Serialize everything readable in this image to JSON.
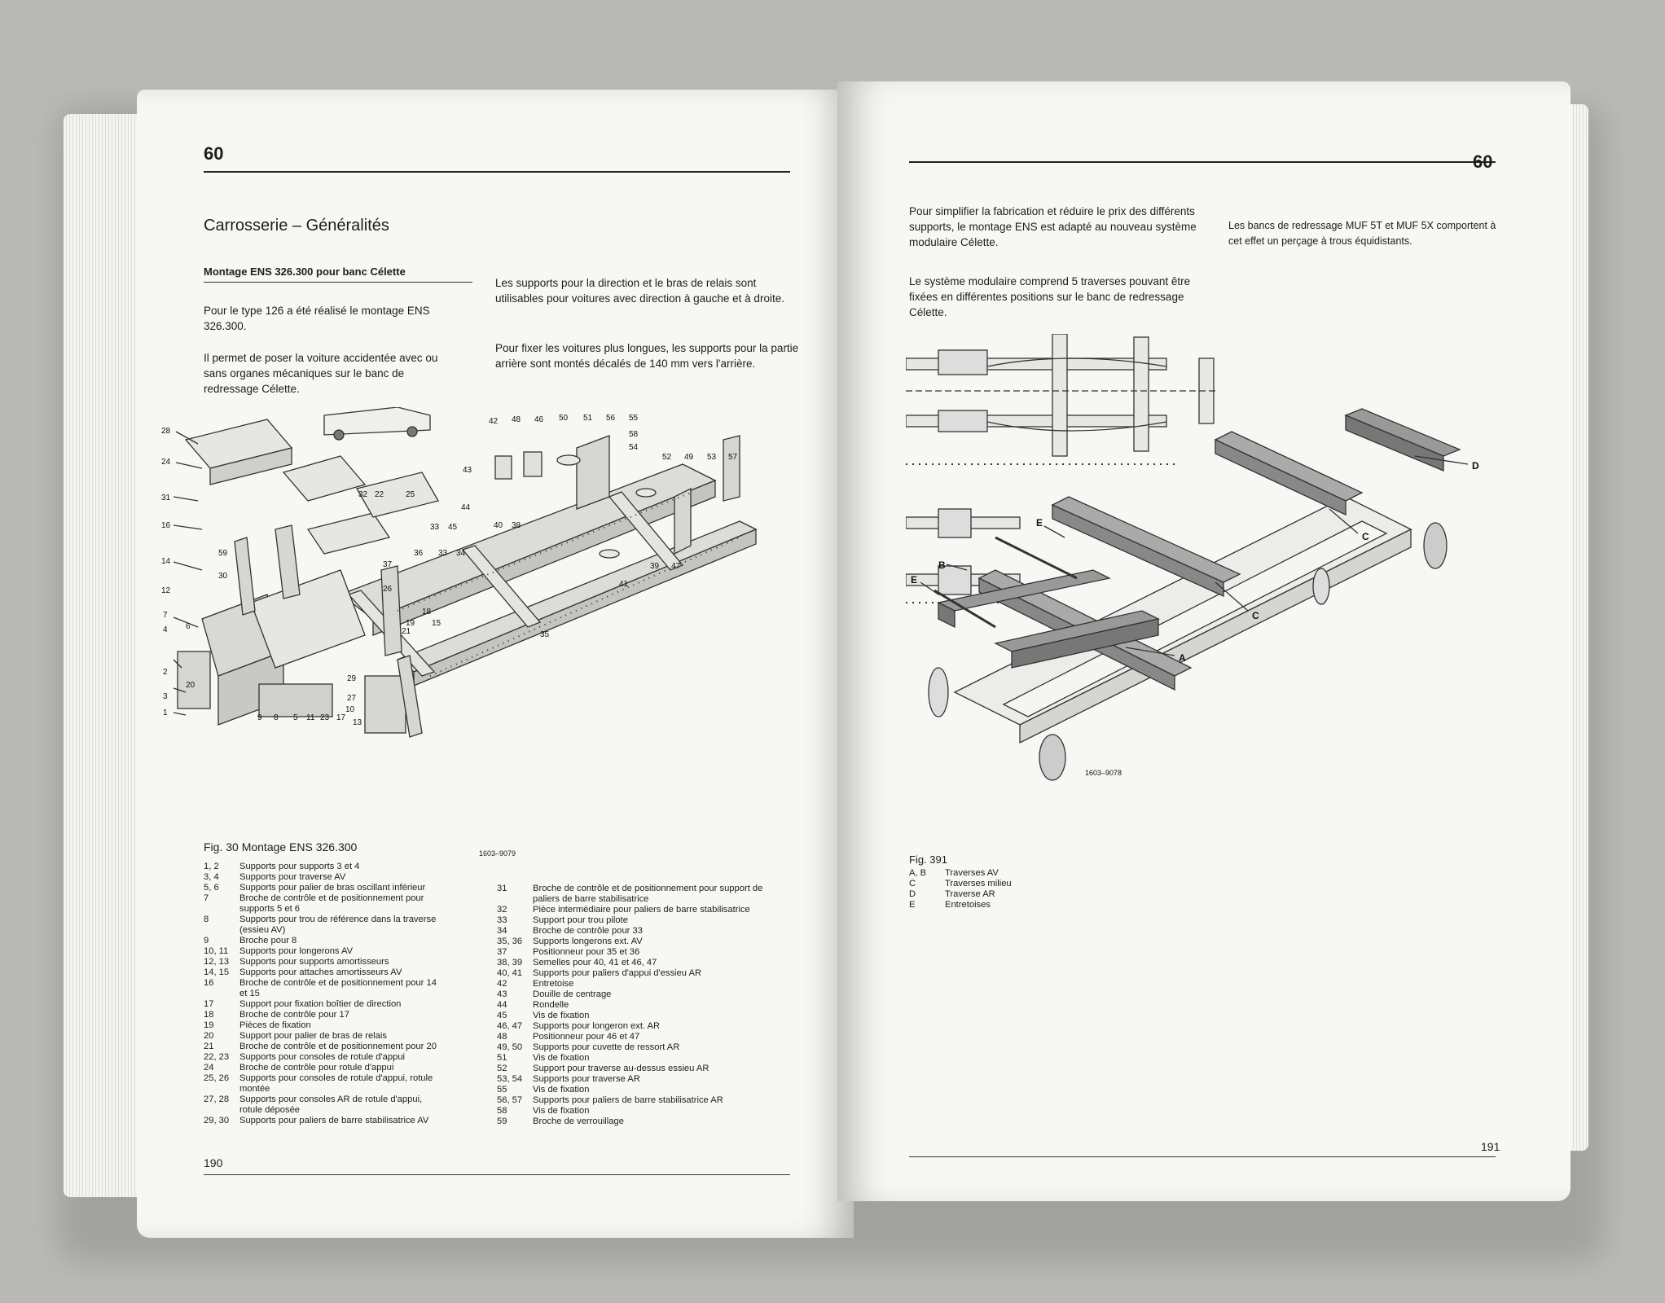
{
  "left_page": {
    "chapter": "60",
    "title": "Carrosserie – Généralités",
    "subtitle": "Montage ENS 326.300 pour banc Célette",
    "intro_paragraphs": [
      "Pour le type 126 a été réalisé le montage ENS 326.300.",
      "Il permet de poser la voiture accidentée avec ou sans organes mécaniques sur le banc de redressage Célette."
    ],
    "right_column_paragraphs": [
      "Les supports pour la direction et le bras de relais sont utilisables pour voitures avec direction à gauche et à droite.",
      "Pour fixer les voitures plus longues, les supports pour la partie arrière sont montés décalés de 140 mm vers l'arrière."
    ],
    "figure_caption": "Fig. 30    Montage ENS 326.300",
    "figure_ref": "1603–9079",
    "diagram_labels": [
      "42",
      "48",
      "46",
      "50",
      "51",
      "56",
      "55",
      "58",
      "54",
      "53",
      "52",
      "49",
      "57",
      "28",
      "24",
      "32",
      "22",
      "25",
      "43",
      "44",
      "40",
      "38",
      "31",
      "16",
      "14",
      "12",
      "59",
      "30",
      "33",
      "45",
      "36",
      "37",
      "33",
      "34",
      "26",
      "39",
      "47",
      "41",
      "35",
      "7",
      "4",
      "6",
      "18",
      "21",
      "19",
      "15",
      "2",
      "20",
      "3",
      "1",
      "9",
      "8",
      "5",
      "11",
      "23",
      "17",
      "13",
      "27",
      "29",
      "10"
    ],
    "legend_left": [
      {
        "num": "1, 2",
        "text": "Supports pour supports 3 et 4"
      },
      {
        "num": "3, 4",
        "text": "Supports pour traverse AV"
      },
      {
        "num": "5, 6",
        "text": "Supports pour palier de bras oscillant inférieur"
      },
      {
        "num": "7",
        "text": "Broche de contrôle et de positionnement pour supports 5 et 6"
      },
      {
        "num": "8",
        "text": "Supports pour trou de référence dans la traverse (essieu AV)"
      },
      {
        "num": "9",
        "text": "Broche pour 8"
      },
      {
        "num": "10, 11",
        "text": "Supports pour longerons AV"
      },
      {
        "num": "12, 13",
        "text": "Supports pour supports amortisseurs"
      },
      {
        "num": "14, 15",
        "text": "Supports pour attaches amortisseurs AV"
      },
      {
        "num": "16",
        "text": "Broche de contrôle et de positionnement pour 14 et 15"
      },
      {
        "num": "17",
        "text": "Support pour fixation boîtier de direction"
      },
      {
        "num": "18",
        "text": "Broche de contrôle pour 17"
      },
      {
        "num": "19",
        "text": "Pièces de fixation"
      },
      {
        "num": "20",
        "text": "Support pour palier de bras de relais"
      },
      {
        "num": "21",
        "text": "Broche de contrôle et de positionnement pour 20"
      },
      {
        "num": "22, 23",
        "text": "Supports pour consoles de rotule d'appui"
      },
      {
        "num": "24",
        "text": "Broche de contrôle pour rotule d'appui"
      },
      {
        "num": "25, 26",
        "text": "Supports pour consoles de rotule d'appui, rotule montée"
      },
      {
        "num": "27, 28",
        "text": "Supports pour consoles AR de rotule d'appui, rotule déposée"
      },
      {
        "num": "29, 30",
        "text": "Supports pour paliers de barre stabilisatrice AV"
      }
    ],
    "legend_right": [
      {
        "num": "31",
        "text": "Broche de contrôle et de positionnement pour support de paliers de barre stabilisatrice"
      },
      {
        "num": "32",
        "text": "Pièce intermédiaire pour paliers de barre stabilisatrice"
      },
      {
        "num": "33",
        "text": "Support pour trou pilote"
      },
      {
        "num": "34",
        "text": "Broche de contrôle pour 33"
      },
      {
        "num": "35, 36",
        "text": "Supports longerons ext. AV"
      },
      {
        "num": "37",
        "text": "Positionneur pour 35 et 36"
      },
      {
        "num": "38, 39",
        "text": "Semelles pour 40, 41 et 46, 47"
      },
      {
        "num": "40, 41",
        "text": "Supports pour paliers d'appui d'essieu AR"
      },
      {
        "num": "42",
        "text": "Entretoise"
      },
      {
        "num": "43",
        "text": "Douille de centrage"
      },
      {
        "num": "44",
        "text": "Rondelle"
      },
      {
        "num": "45",
        "text": "Vis de fixation"
      },
      {
        "num": "46, 47",
        "text": "Supports pour longeron ext. AR"
      },
      {
        "num": "48",
        "text": "Positionneur pour 46 et 47"
      },
      {
        "num": "49, 50",
        "text": "Supports pour cuvette de ressort AR"
      },
      {
        "num": "51",
        "text": "Vis de fixation"
      },
      {
        "num": "52",
        "text": "Support pour traverse au-dessus essieu AR"
      },
      {
        "num": "53, 54",
        "text": "Supports pour traverse AR"
      },
      {
        "num": "55",
        "text": "Vis de fixation"
      },
      {
        "num": "56, 57",
        "text": "Supports pour paliers de barre stabilisatrice AR"
      },
      {
        "num": "58",
        "text": "Vis de fixation"
      },
      {
        "num": "59",
        "text": "Broche de verrouillage"
      }
    ],
    "page_number": "190"
  },
  "right_page": {
    "chapter": "60",
    "paragraphs_col1": [
      "Pour simplifier la fabrication et réduire le prix des différents supports, le montage ENS est adapté au nouveau système modulaire Célette.",
      "Le système modulaire comprend 5 traverses pouvant être fixées en différentes positions sur le banc de redressage Célette."
    ],
    "paragraph_col2": "Les bancs de redressage MUF 5T et MUF 5X comportent à cet effet un perçage à trous équidistants.",
    "figure_caption": "Fig. 391",
    "figure_ref": "1603–9078",
    "diagram_labels": [
      "A",
      "B",
      "C",
      "C",
      "D",
      "E",
      "E"
    ],
    "legend": [
      {
        "num": "A, B",
        "text": "Traverses AV"
      },
      {
        "num": "C",
        "text": "Traverses milieu"
      },
      {
        "num": "D",
        "text": "Traverse AR"
      },
      {
        "num": "E",
        "text": "Entretoises"
      }
    ],
    "page_number": "191"
  }
}
